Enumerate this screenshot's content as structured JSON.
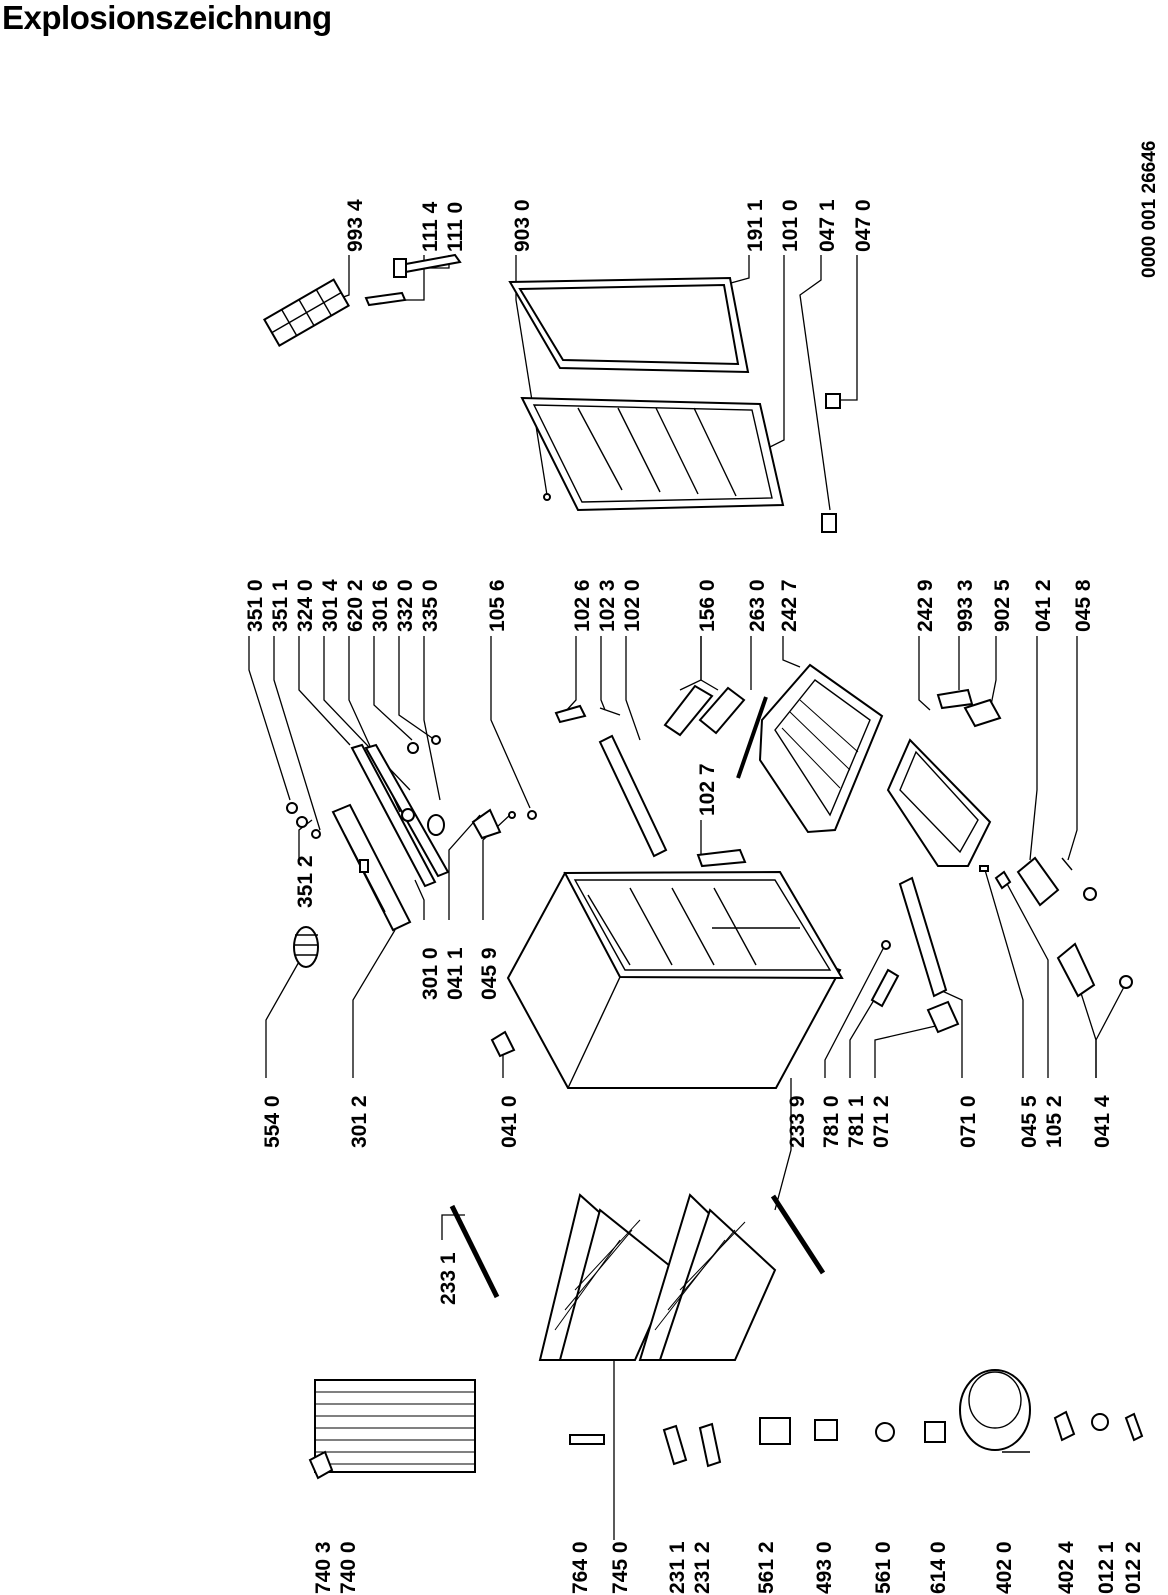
{
  "title": "Explosionszeichnung",
  "doc_number": "0000 001 26646",
  "labels": {
    "l9934": "993 4",
    "l1114": "111 4",
    "l1110": "111 0",
    "l9030": "903 0",
    "l1911": "191 1",
    "l1010": "101 0",
    "l0471": "047 1",
    "l0470": "047 0",
    "l3510": "351 0",
    "l3511": "351 1",
    "l3240": "324 0",
    "l3014": "301 4",
    "l6202": "620 2",
    "l3016": "301 6",
    "l3320": "332 0",
    "l3350": "335 0",
    "l1056": "105 6",
    "l1026": "102 6",
    "l1023": "102 3",
    "l1020": "102 0",
    "l1560": "156 0",
    "l2630": "263 0",
    "l2427": "242 7",
    "l2429": "242 9",
    "l9933": "993 3",
    "l9025": "902 5",
    "l0412": "041 2",
    "l0458": "045 8",
    "l3512": "351 2",
    "l1027": "102 7",
    "l3010": "301 0",
    "l0411": "041 1",
    "l0459": "045 9",
    "l5540": "554 0",
    "l3012": "301 2",
    "l0410": "041 0",
    "l2339": "233 9",
    "l7810": "781 0",
    "l7811": "781 1",
    "l0712": "071 2",
    "l0710": "071 0",
    "l0455": "045 5",
    "l1052": "105 2",
    "l0414": "041 4",
    "l2331": "233 1",
    "l7403": "740 3",
    "l7400": "740 0",
    "l7640": "764 0",
    "l7450": "745 0",
    "l2311": "231 1",
    "l2312": "231 2",
    "l5612": "561 2",
    "l4930": "493 0",
    "l5610": "561 0",
    "l6140": "614 0",
    "l4020": "402 0",
    "l4024": "402 4",
    "l0121": "012 1",
    "l0122": "012 2"
  }
}
